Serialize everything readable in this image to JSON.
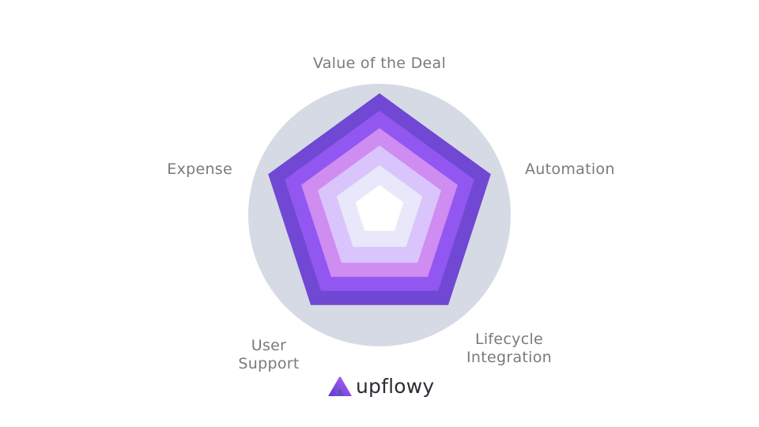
{
  "diagram": {
    "labels": {
      "top": "Value of the Deal",
      "right": "Automation",
      "left": "Expense",
      "bottom_right": [
        "Lifecycle",
        "Integration"
      ],
      "bottom_left": [
        "User",
        "Support"
      ]
    }
  },
  "colors": {
    "circle": "#d6dae4",
    "layers": [
      "#7048d4",
      "#9257f0",
      "#cf8cf1",
      "#d9c5fb",
      "#e9e8fb",
      "#ffffff"
    ],
    "label_text": "#7a7a7f"
  },
  "brand": {
    "name": "upflowy",
    "icon": "upflowy-logo-icon",
    "colors": [
      "#5b3ad3",
      "#b565f5"
    ]
  }
}
